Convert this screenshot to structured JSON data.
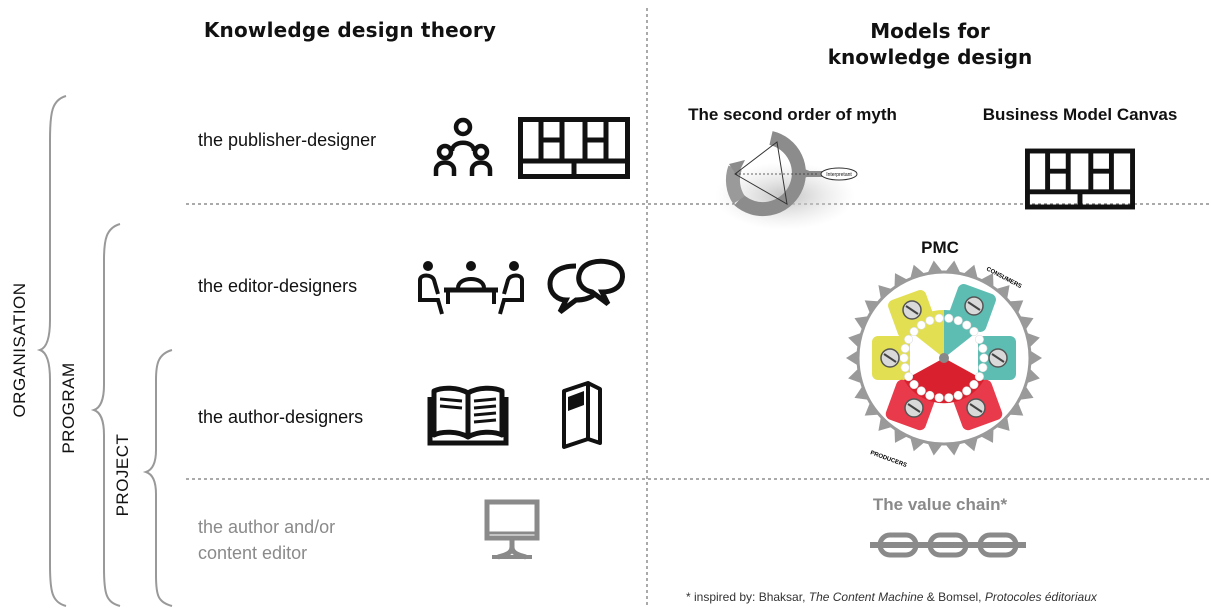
{
  "headings": {
    "left": "Knowledge design theory",
    "right_line1": "Models for",
    "right_line2": "knowledge design"
  },
  "levels": {
    "organisation": "ORGANISATION",
    "program": "PROGRAM",
    "project": "PROJECT"
  },
  "roles": [
    {
      "label": "the publisher-designer"
    },
    {
      "label": "the editor-designers"
    },
    {
      "label": "the author-designers"
    },
    {
      "label_line1": "the author and/or",
      "label_line2": "content editor"
    }
  ],
  "models": {
    "myth_title": "The second order of myth",
    "bmc_title": "Business Model Canvas",
    "pmc_title": "PMC",
    "pmc_top_label": "CONSUMERS",
    "pmc_bottom_label": "PRODUCERS",
    "myth_node_label": "Interpretant",
    "value_chain_title": "The value chain*"
  },
  "footnote": {
    "prefix": "* inspired by: Bhaksar, ",
    "work1": "The Content Machine",
    "middle": " & Bomsel, ",
    "work2": "Protocoles éditoriaux"
  },
  "colors": {
    "grey_text": "#8a8a8a",
    "pmc_yellow": "#e2df52",
    "pmc_teal": "#5ebdb3",
    "pmc_red": "#e83a4a",
    "pmc_hub_red": "#d8202e",
    "cog_grey": "#9a9a9a"
  }
}
